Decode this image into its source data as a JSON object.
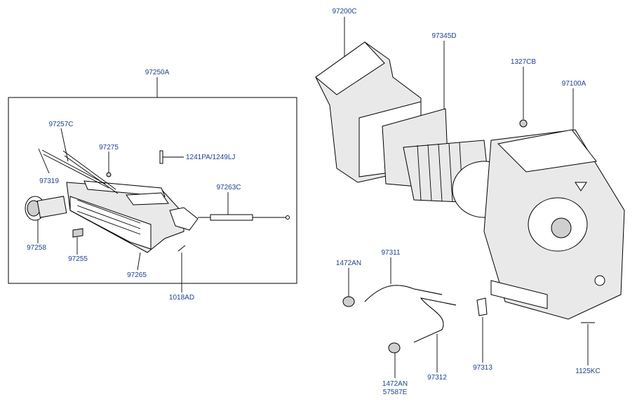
{
  "labels": {
    "p97250A": "97250A",
    "p97257C": "97257C",
    "p97275": "97275",
    "p1241PA": "1241PA",
    "sep": "/",
    "p1249LJ": "1249LJ",
    "p97319": "97319",
    "p97263C": "97263C",
    "p97258": "97258",
    "p97255": "97255",
    "p97265": "97265",
    "p1018AD": "1018AD",
    "p97200C": "97200C",
    "p97345D": "97345D",
    "p1327CB": "1327CB",
    "p97100A": "97100A",
    "p1472AN_top": "1472AN",
    "p97311": "97311",
    "p97312": "97312",
    "p97313": "97313",
    "p1125KC": "1125KC",
    "p1472AN_bottom": "1472AN",
    "p57587E": "57587E"
  },
  "colors": {
    "label": "#1a3ea6",
    "line": "#000000"
  }
}
